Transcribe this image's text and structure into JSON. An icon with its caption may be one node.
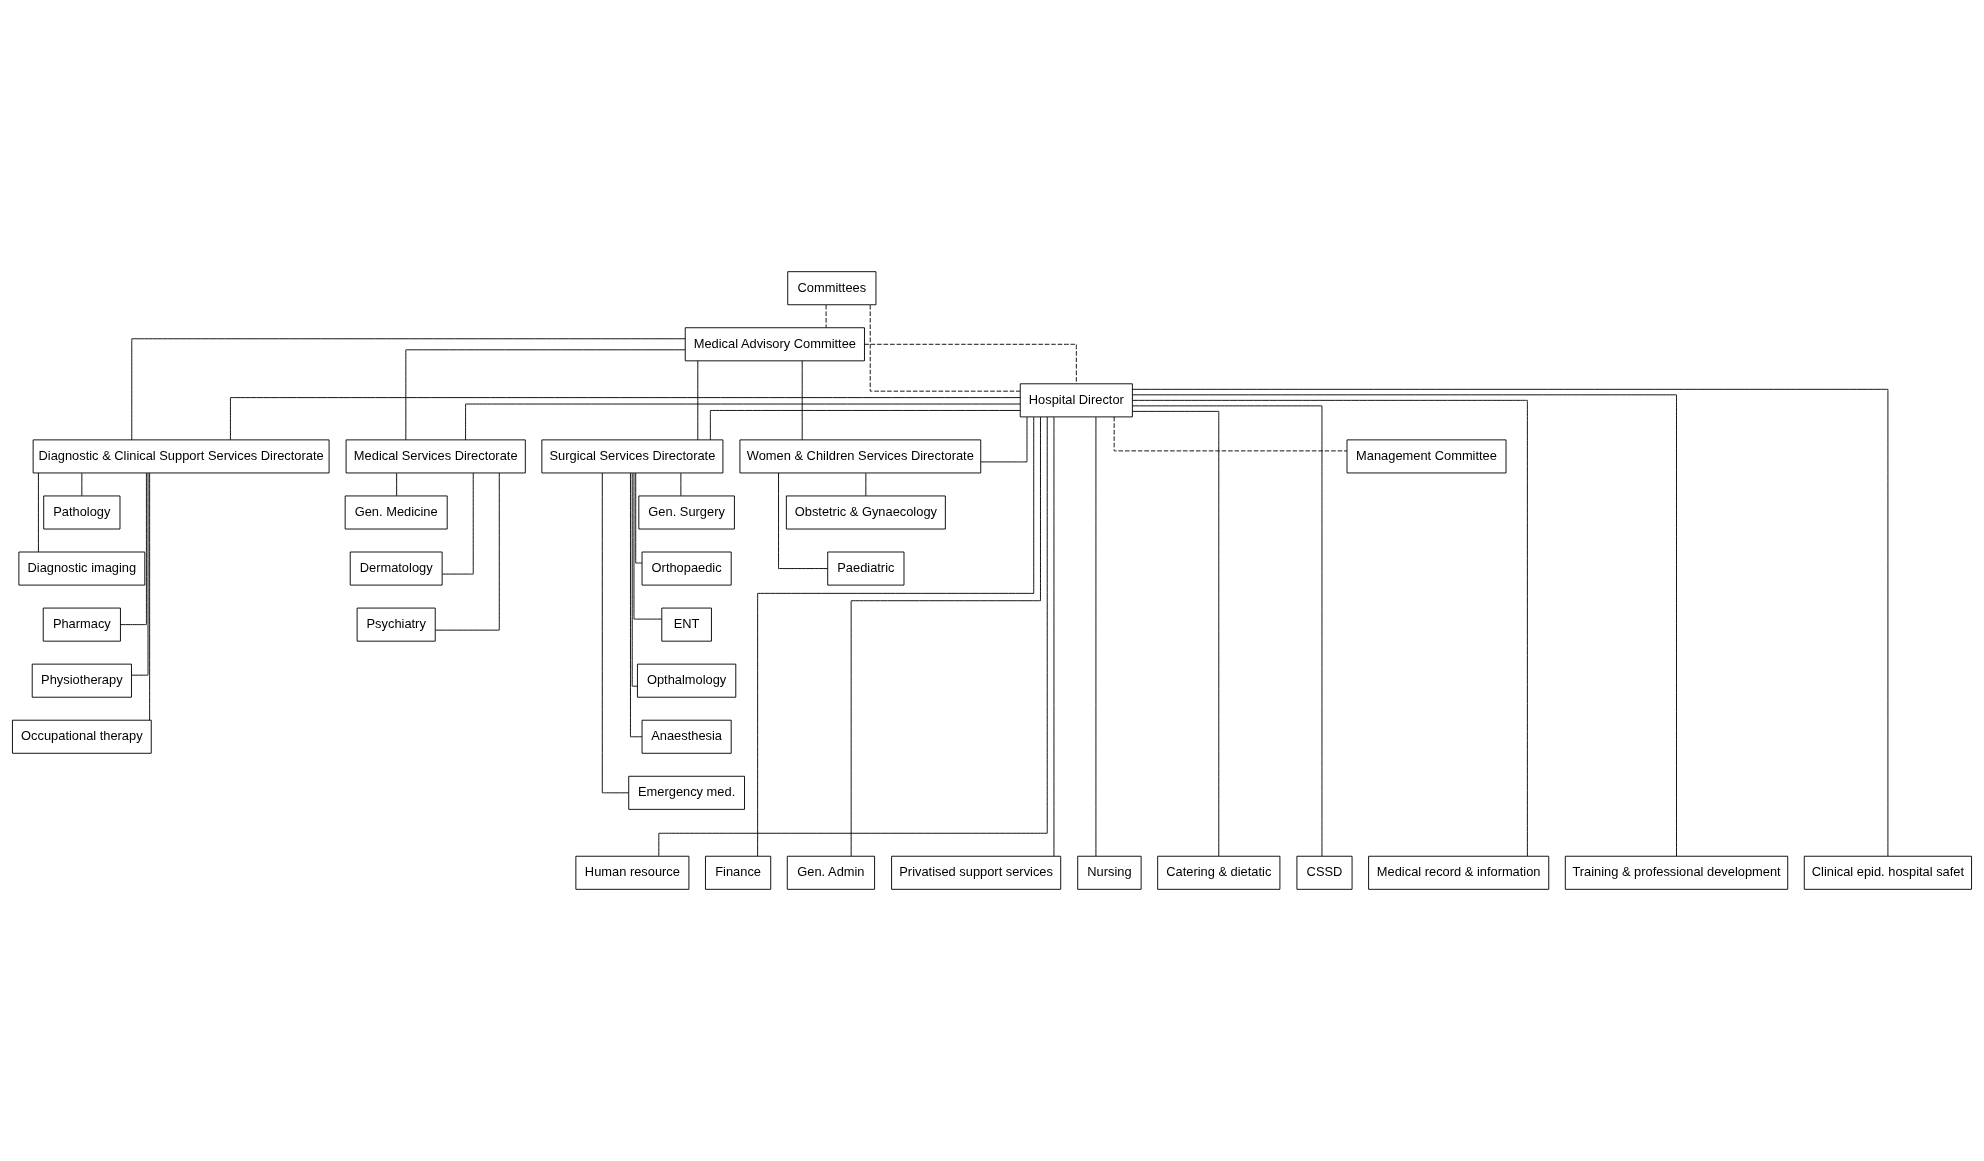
{
  "diagram": {
    "nodes": [
      {
        "text": [
          "Hospital Director"
        ]
      },
      {
        "text": [
          "Medical Advisory Committee"
        ]
      },
      {
        "text": [
          "Management Committee"
        ]
      },
      {
        "text": [
          "Committees"
        ]
      },
      {
        "text": [
          "Medical Services Directorate"
        ]
      },
      {
        "text": [
          "Gen. Medicine"
        ]
      },
      {
        "text": [
          "Dermatology"
        ]
      },
      {
        "text": [
          "Psychiatry"
        ]
      },
      {
        "text": [
          "Surgical Services Directorate"
        ]
      },
      {
        "text": [
          "Gen. Surgery"
        ]
      },
      {
        "text": [
          "Orthopaedic"
        ]
      },
      {
        "text": [
          "ENT"
        ]
      },
      {
        "text": [
          "Opthalmology"
        ]
      },
      {
        "text": [
          "Anaesthesia"
        ]
      },
      {
        "text": [
          "Emergency med."
        ]
      },
      {
        "text": [
          "Women & Children Services Directorate"
        ]
      },
      {
        "text": [
          "Obstetric & Gynaecology"
        ]
      },
      {
        "text": [
          "Paediatric"
        ]
      },
      {
        "text": [
          "Diagnostic & Clinical Support Services Directorate"
        ]
      },
      {
        "text": [
          "Pathology"
        ]
      },
      {
        "text": [
          "Diagnostic imaging"
        ]
      },
      {
        "text": [
          "Pharmacy"
        ]
      },
      {
        "text": [
          "Physiotherapy"
        ]
      },
      {
        "text": [
          "Occupational therapy"
        ]
      },
      {
        "text": [
          "Human resource"
        ]
      },
      {
        "text": [
          "Finance"
        ]
      },
      {
        "text": [
          "Gen. Admin"
        ]
      },
      {
        "text": [
          "Privatised support services"
        ]
      },
      {
        "text": [
          "Nursing"
        ]
      },
      {
        "text": [
          "Catering & dietatic"
        ]
      },
      {
        "text": [
          "CSSD"
        ]
      },
      {
        "text": [
          "Medical record & information"
        ]
      },
      {
        "text": [
          "Training & professional development"
        ]
      },
      {
        "text": [
          "Clinical epid. hospital safet"
        ]
      }
    ],
    "edges": [
      {
        "from": 1,
        "to": 0,
        "arrow": "none",
        "style": "dashed"
      },
      {
        "from": 3,
        "to": 1,
        "arrow": "none",
        "style": "dashed"
      },
      {
        "from": 3,
        "to": 0,
        "arrow": "none",
        "style": "dashed"
      },
      {
        "from": 0,
        "to": 2,
        "arrow": "none",
        "style": "dashed"
      },
      {
        "from": 0,
        "to": 4,
        "arrow": "none"
      },
      {
        "from": 0,
        "to": 8,
        "arrow": "none"
      },
      {
        "from": 0,
        "to": 15,
        "arrow": "none"
      },
      {
        "from": 0,
        "to": 18,
        "arrow": "none"
      },
      {
        "from": 1,
        "to": 4,
        "arrow": "none"
      },
      {
        "from": 1,
        "to": 8,
        "arrow": "none"
      },
      {
        "from": 1,
        "to": 15,
        "arrow": "none"
      },
      {
        "from": 1,
        "to": 18,
        "arrow": "none"
      },
      {
        "from": 4,
        "to": 5,
        "arrow": "none"
      },
      {
        "from": 4,
        "to": 6,
        "arrow": "none"
      },
      {
        "from": 4,
        "to": 7,
        "arrow": "none"
      },
      {
        "from": 8,
        "to": 9,
        "arrow": "none"
      },
      {
        "from": 8,
        "to": 10,
        "arrow": "none"
      },
      {
        "from": 8,
        "to": 11,
        "arrow": "none"
      },
      {
        "from": 8,
        "to": 12,
        "arrow": "none"
      },
      {
        "from": 8,
        "to": 13,
        "arrow": "none"
      },
      {
        "from": 8,
        "to": 14,
        "arrow": "none"
      },
      {
        "from": 15,
        "to": 16,
        "arrow": "none"
      },
      {
        "from": 15,
        "to": 17,
        "arrow": "none"
      },
      {
        "from": 18,
        "to": 19,
        "arrow": "none"
      },
      {
        "from": 18,
        "to": 20,
        "arrow": "none"
      },
      {
        "from": 18,
        "to": 21,
        "arrow": "none"
      },
      {
        "from": 18,
        "to": 22,
        "arrow": "none"
      },
      {
        "from": 18,
        "to": 23,
        "arrow": "none"
      },
      {
        "from": 0,
        "to": 24,
        "arrow": "none"
      },
      {
        "from": 0,
        "to": 25,
        "arrow": "none"
      },
      {
        "from": 0,
        "to": 26,
        "arrow": "none"
      },
      {
        "from": 0,
        "to": 27,
        "arrow": "none"
      },
      {
        "from": 0,
        "to": 28,
        "arrow": "none"
      },
      {
        "from": 0,
        "to": 29,
        "arrow": "none"
      },
      {
        "from": 0,
        "to": 30,
        "arrow": "none"
      },
      {
        "from": 0,
        "to": 31,
        "arrow": "none"
      },
      {
        "from": 0,
        "to": 32,
        "arrow": "none"
      },
      {
        "from": 0,
        "to": 33,
        "arrow": "none"
      }
    ]
  }
}
